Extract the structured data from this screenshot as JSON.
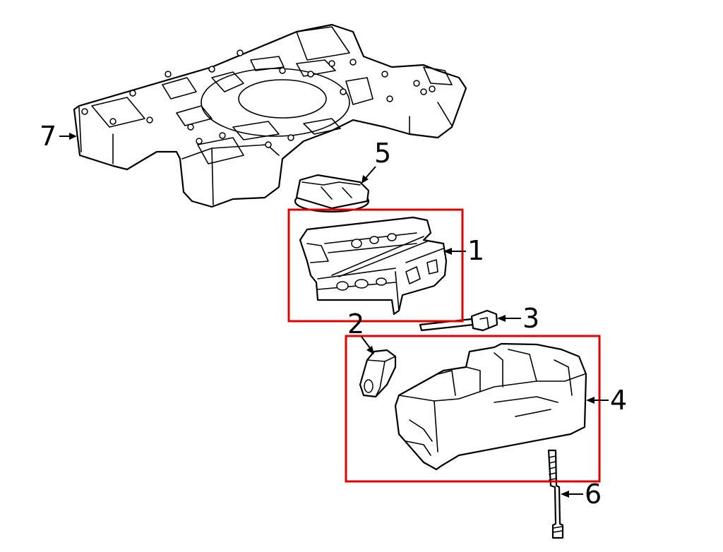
{
  "colors": {
    "line": "#000000",
    "background": "#ffffff",
    "highlight_box": "#e00000"
  },
  "callouts": [
    {
      "id": "1",
      "label": "1",
      "highlighted": true
    },
    {
      "id": "2",
      "label": "2",
      "highlighted": true
    },
    {
      "id": "3",
      "label": "3",
      "highlighted": false
    },
    {
      "id": "4",
      "label": "4",
      "highlighted": true
    },
    {
      "id": "5",
      "label": "5",
      "highlighted": false
    },
    {
      "id": "6",
      "label": "6",
      "highlighted": false
    },
    {
      "id": "7",
      "label": "7",
      "highlighted": false
    }
  ]
}
